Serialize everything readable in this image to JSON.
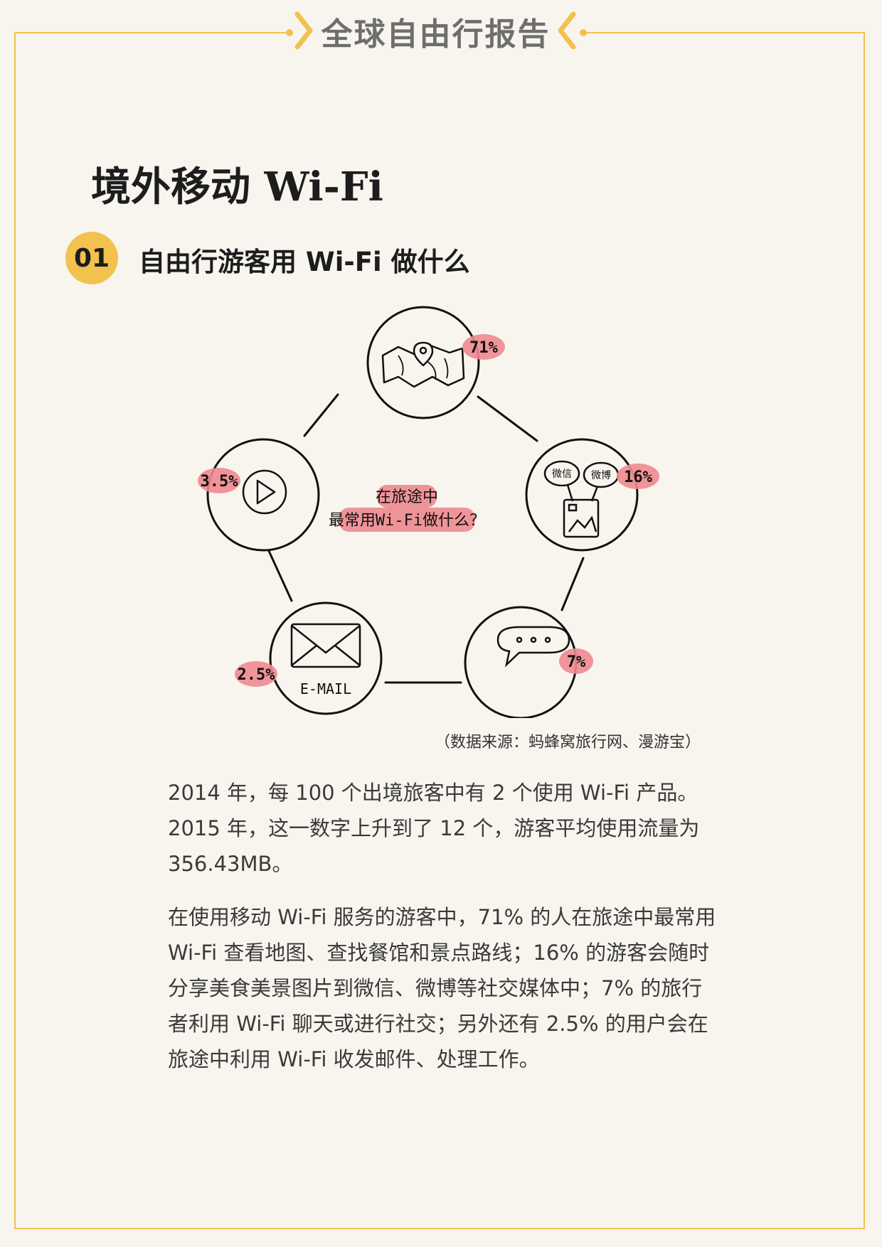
{
  "header": {
    "title": "全球自由行报告",
    "accent_color": "#f2c14e"
  },
  "page_title": "境外移动 Wi-Fi",
  "section": {
    "number": "01",
    "title": "自由行游客用 Wi-Fi 做什么"
  },
  "diagram": {
    "center_line1": "在旅途中",
    "center_line2": "最常用Wi-Fi做什么？",
    "nodes": [
      {
        "icon": "map-icon",
        "percent": "71%"
      },
      {
        "icon": "social-media-icon",
        "percent": "16%",
        "bubble1": "微信",
        "bubble2": "微博"
      },
      {
        "icon": "chat-icon",
        "percent": "7%"
      },
      {
        "icon": "email-icon",
        "percent": "2.5%",
        "caption": "E-MAIL"
      },
      {
        "icon": "play-icon",
        "percent": "3.5%"
      }
    ],
    "highlight_color": "#ee8a8f"
  },
  "source": "（数据来源：蚂蜂窝旅行网、漫游宝）",
  "paragraphs": [
    "2014 年，每 100 个出境旅客中有 2 个使用 Wi-Fi 产品。2015 年，这一数字上升到了 12 个，游客平均使用流量为 356.43MB。",
    "在使用移动 Wi-Fi 服务的游客中，71% 的人在旅途中最常用 Wi-Fi 查看地图、查找餐馆和景点路线；16% 的游客会随时分享美食美景图片到微信、微博等社交媒体中；7% 的旅行者利用 Wi-Fi 聊天或进行社交；另外还有 2.5% 的用户会在旅途中利用 Wi-Fi 收发邮件、处理工作。"
  ]
}
